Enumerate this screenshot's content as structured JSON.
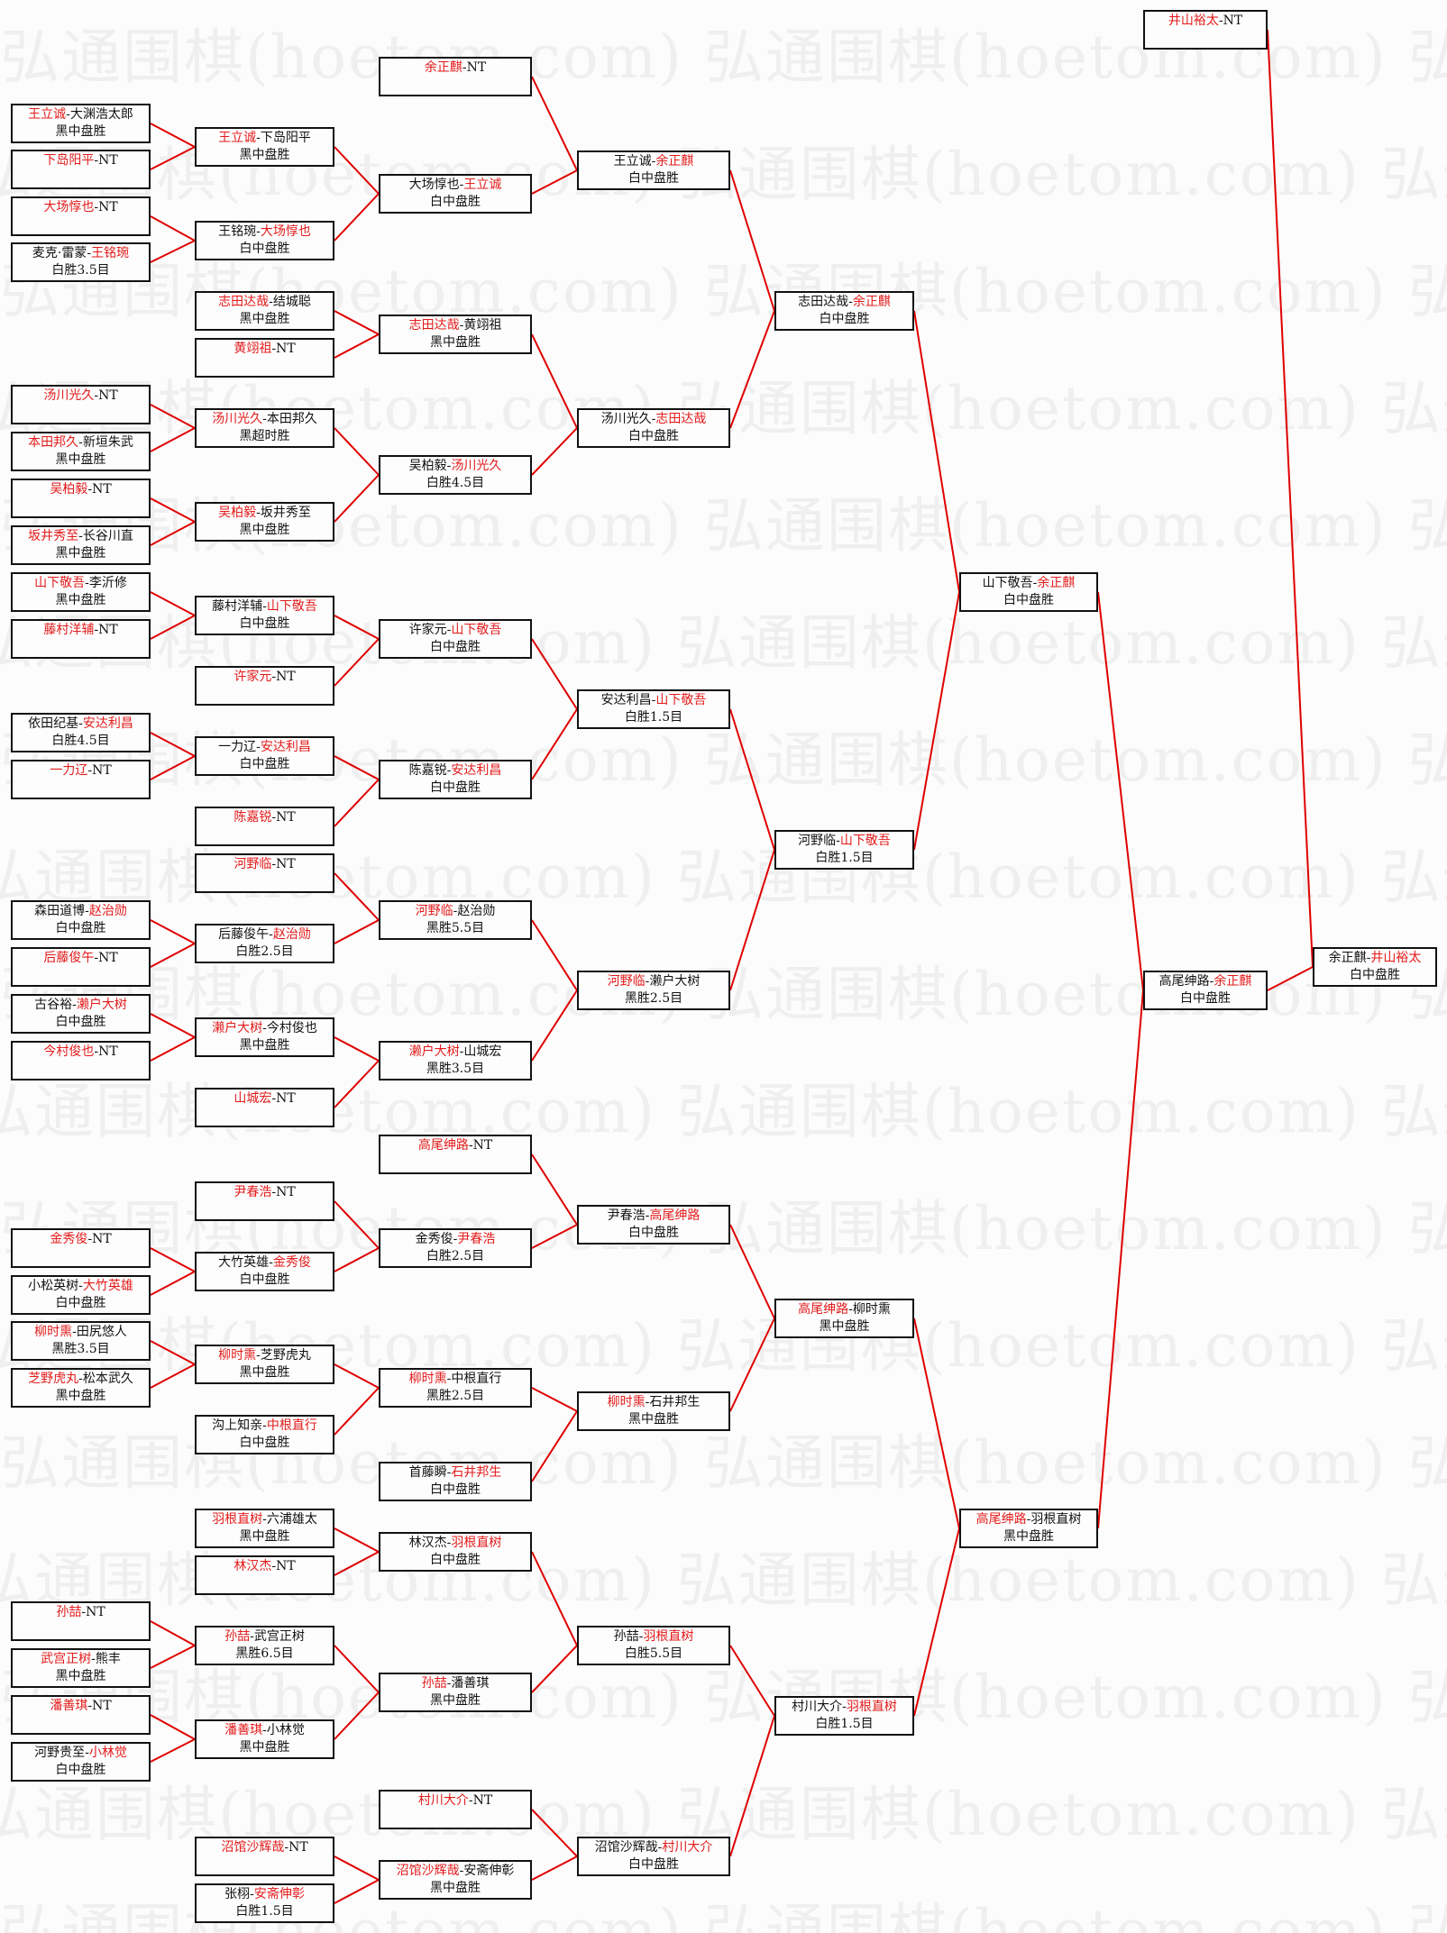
{
  "watermark": "弘通围棋(hoetom.com)",
  "colors": {
    "winner": "#e31b1b",
    "line": "#e00000",
    "border": "#111111"
  },
  "rounds": [
    [
      {
        "a": "王立诚",
        "b": "大渊浩太郎",
        "w": 0,
        "r": "黑中盘胜"
      },
      {
        "a": "下岛阳平",
        "b": "NT",
        "w": 0,
        "r": ""
      },
      {
        "a": "大场惇也",
        "b": "NT",
        "w": 0,
        "r": ""
      },
      {
        "a": "麦克·雷蒙",
        "b": "王铭琬",
        "w": 1,
        "r": "白胜3.5目"
      },
      {
        "a": "汤川光久",
        "b": "NT",
        "w": 0,
        "r": ""
      },
      {
        "a": "本田邦久",
        "b": "新垣朱武",
        "w": 0,
        "r": "黑中盘胜"
      },
      {
        "a": "吴柏毅",
        "b": "NT",
        "w": 0,
        "r": ""
      },
      {
        "a": "坂井秀至",
        "b": "长谷川直",
        "w": 0,
        "r": "黑中盘胜"
      },
      {
        "a": "山下敬吾",
        "b": "李沂修",
        "w": 0,
        "r": "黑中盘胜"
      },
      {
        "a": "藤村洋辅",
        "b": "NT",
        "w": 0,
        "r": ""
      },
      {
        "a": "依田纪基",
        "b": "安达利昌",
        "w": 1,
        "r": "白胜4.5目"
      },
      {
        "a": "一力辽",
        "b": "NT",
        "w": 0,
        "r": ""
      },
      {
        "a": "森田道博",
        "b": "赵治勋",
        "w": 1,
        "r": "白中盘胜"
      },
      {
        "a": "后藤俊午",
        "b": "NT",
        "w": 0,
        "r": ""
      },
      {
        "a": "古谷裕",
        "b": "濑户大树",
        "w": 1,
        "r": "白中盘胜"
      },
      {
        "a": "今村俊也",
        "b": "NT",
        "w": 0,
        "r": ""
      },
      {
        "a": "金秀俊",
        "b": "NT",
        "w": 0,
        "r": ""
      },
      {
        "a": "小松英树",
        "b": "大竹英雄",
        "w": 1,
        "r": "白中盘胜"
      },
      {
        "a": "柳时熏",
        "b": "田尻悠人",
        "w": 0,
        "r": "黑胜3.5目"
      },
      {
        "a": "芝野虎丸",
        "b": "松本武久",
        "w": 0,
        "r": "黑中盘胜"
      },
      {
        "a": "孙喆",
        "b": "NT",
        "w": 0,
        "r": ""
      },
      {
        "a": "武宫正树",
        "b": "熊丰",
        "w": 0,
        "r": "黑中盘胜"
      },
      {
        "a": "潘善琪",
        "b": "NT",
        "w": 0,
        "r": ""
      },
      {
        "a": "河野贵至",
        "b": "小林觉",
        "w": 1,
        "r": "白中盘胜"
      }
    ],
    [
      {
        "a": "王立诚",
        "b": "下岛阳平",
        "w": 0,
        "r": "黑中盘胜"
      },
      {
        "a": "王铭琬",
        "b": "大场惇也",
        "w": 1,
        "r": "白中盘胜"
      },
      {
        "a": "志田达哉",
        "b": "结城聪",
        "w": 0,
        "r": "黑中盘胜"
      },
      {
        "a": "黄翊祖",
        "b": "NT",
        "w": 0,
        "r": ""
      },
      {
        "a": "汤川光久",
        "b": "本田邦久",
        "w": 0,
        "r": "黑超时胜"
      },
      {
        "a": "吴柏毅",
        "b": "坂井秀至",
        "w": 0,
        "r": "黑中盘胜"
      },
      {
        "a": "藤村洋辅",
        "b": "山下敬吾",
        "w": 1,
        "r": "白中盘胜"
      },
      {
        "a": "许家元",
        "b": "NT",
        "w": 0,
        "r": ""
      },
      {
        "a": "一力辽",
        "b": "安达利昌",
        "w": 1,
        "r": "白中盘胜"
      },
      {
        "a": "陈嘉锐",
        "b": "NT",
        "w": 0,
        "r": ""
      },
      {
        "a": "河野临",
        "b": "NT",
        "w": 0,
        "r": ""
      },
      {
        "a": "后藤俊午",
        "b": "赵治勋",
        "w": 1,
        "r": "白胜2.5目"
      },
      {
        "a": "濑户大树",
        "b": "今村俊也",
        "w": 0,
        "r": "黑中盘胜"
      },
      {
        "a": "山城宏",
        "b": "NT",
        "w": 0,
        "r": ""
      },
      {
        "a": "尹春浩",
        "b": "NT",
        "w": 0,
        "r": ""
      },
      {
        "a": "大竹英雄",
        "b": "金秀俊",
        "w": 1,
        "r": "白中盘胜"
      },
      {
        "a": "柳时熏",
        "b": "芝野虎丸",
        "w": 0,
        "r": "黑中盘胜"
      },
      {
        "a": "沟上知亲",
        "b": "中根直行",
        "w": 1,
        "r": "白中盘胜"
      },
      {
        "a": "羽根直树",
        "b": "六浦雄太",
        "w": 0,
        "r": "黑中盘胜"
      },
      {
        "a": "林汉杰",
        "b": "NT",
        "w": 0,
        "r": ""
      },
      {
        "a": "孙喆",
        "b": "武宫正树",
        "w": 0,
        "r": "黑胜6.5目"
      },
      {
        "a": "潘善琪",
        "b": "小林觉",
        "w": 0,
        "r": "黑中盘胜"
      },
      {
        "a": "沼馆沙辉哉",
        "b": "NT",
        "w": 0,
        "r": ""
      },
      {
        "a": "张栩",
        "b": "安斋伸彰",
        "w": 1,
        "r": "白胜1.5目"
      }
    ],
    [
      {
        "a": "余正麒",
        "b": "NT",
        "w": 0,
        "r": ""
      },
      {
        "a": "大场惇也",
        "b": "王立诚",
        "w": 1,
        "r": "白中盘胜"
      },
      {
        "a": "志田达哉",
        "b": "黄翊祖",
        "w": 0,
        "r": "黑中盘胜"
      },
      {
        "a": "吴柏毅",
        "b": "汤川光久",
        "w": 1,
        "r": "白胜4.5目"
      },
      {
        "a": "许家元",
        "b": "山下敬吾",
        "w": 1,
        "r": "白中盘胜"
      },
      {
        "a": "陈嘉锐",
        "b": "安达利昌",
        "w": 1,
        "r": "白中盘胜"
      },
      {
        "a": "河野临",
        "b": "赵治勋",
        "w": 0,
        "r": "黑胜5.5目"
      },
      {
        "a": "濑户大树",
        "b": "山城宏",
        "w": 0,
        "r": "黑胜3.5目"
      },
      {
        "a": "高尾绅路",
        "b": "NT",
        "w": 0,
        "r": ""
      },
      {
        "a": "金秀俊",
        "b": "尹春浩",
        "w": 1,
        "r": "白胜2.5目"
      },
      {
        "a": "柳时熏",
        "b": "中根直行",
        "w": 0,
        "r": "黑胜2.5目"
      },
      {
        "a": "首藤瞬",
        "b": "石井邦生",
        "w": 1,
        "r": "白中盘胜"
      },
      {
        "a": "林汉杰",
        "b": "羽根直树",
        "w": 1,
        "r": "白中盘胜"
      },
      {
        "a": "孙喆",
        "b": "潘善琪",
        "w": 0,
        "r": "黑中盘胜"
      },
      {
        "a": "村川大介",
        "b": "NT",
        "w": 0,
        "r": ""
      },
      {
        "a": "沼馆沙辉哉",
        "b": "安斋伸彰",
        "w": 0,
        "r": "黑中盘胜"
      }
    ],
    [
      {
        "a": "王立诚",
        "b": "余正麒",
        "w": 1,
        "r": "白中盘胜"
      },
      {
        "a": "汤川光久",
        "b": "志田达哉",
        "w": 1,
        "r": "白中盘胜"
      },
      {
        "a": "安达利昌",
        "b": "山下敬吾",
        "w": 1,
        "r": "白胜1.5目"
      },
      {
        "a": "河野临",
        "b": "濑户大树",
        "w": 0,
        "r": "黑胜2.5目"
      },
      {
        "a": "尹春浩",
        "b": "高尾绅路",
        "w": 1,
        "r": "白中盘胜"
      },
      {
        "a": "柳时熏",
        "b": "石井邦生",
        "w": 0,
        "r": "黑中盘胜"
      },
      {
        "a": "孙喆",
        "b": "羽根直树",
        "w": 1,
        "r": "白胜5.5目"
      },
      {
        "a": "沼馆沙辉哉",
        "b": "村川大介",
        "w": 1,
        "r": "白中盘胜"
      }
    ],
    [
      {
        "a": "志田达哉",
        "b": "余正麒",
        "w": 1,
        "r": "白中盘胜"
      },
      {
        "a": "河野临",
        "b": "山下敬吾",
        "w": 1,
        "r": "白胜1.5目"
      },
      {
        "a": "高尾绅路",
        "b": "柳时熏",
        "w": 0,
        "r": "黑中盘胜"
      },
      {
        "a": "村川大介",
        "b": "羽根直树",
        "w": 1,
        "r": "白胜1.5目"
      }
    ],
    [
      {
        "a": "山下敬吾",
        "b": "余正麒",
        "w": 1,
        "r": "白中盘胜"
      },
      {
        "a": "高尾绅路",
        "b": "羽根直树",
        "w": 0,
        "r": "黑中盘胜"
      }
    ],
    [
      {
        "a": "井山裕太",
        "b": "NT",
        "w": 0,
        "r": ""
      },
      {
        "a": "高尾绅路",
        "b": "余正麒",
        "w": 1,
        "r": "白中盘胜"
      }
    ],
    [
      {
        "a": "余正麒",
        "b": "井山裕太",
        "w": 1,
        "r": "白中盘胜"
      }
    ]
  ]
}
